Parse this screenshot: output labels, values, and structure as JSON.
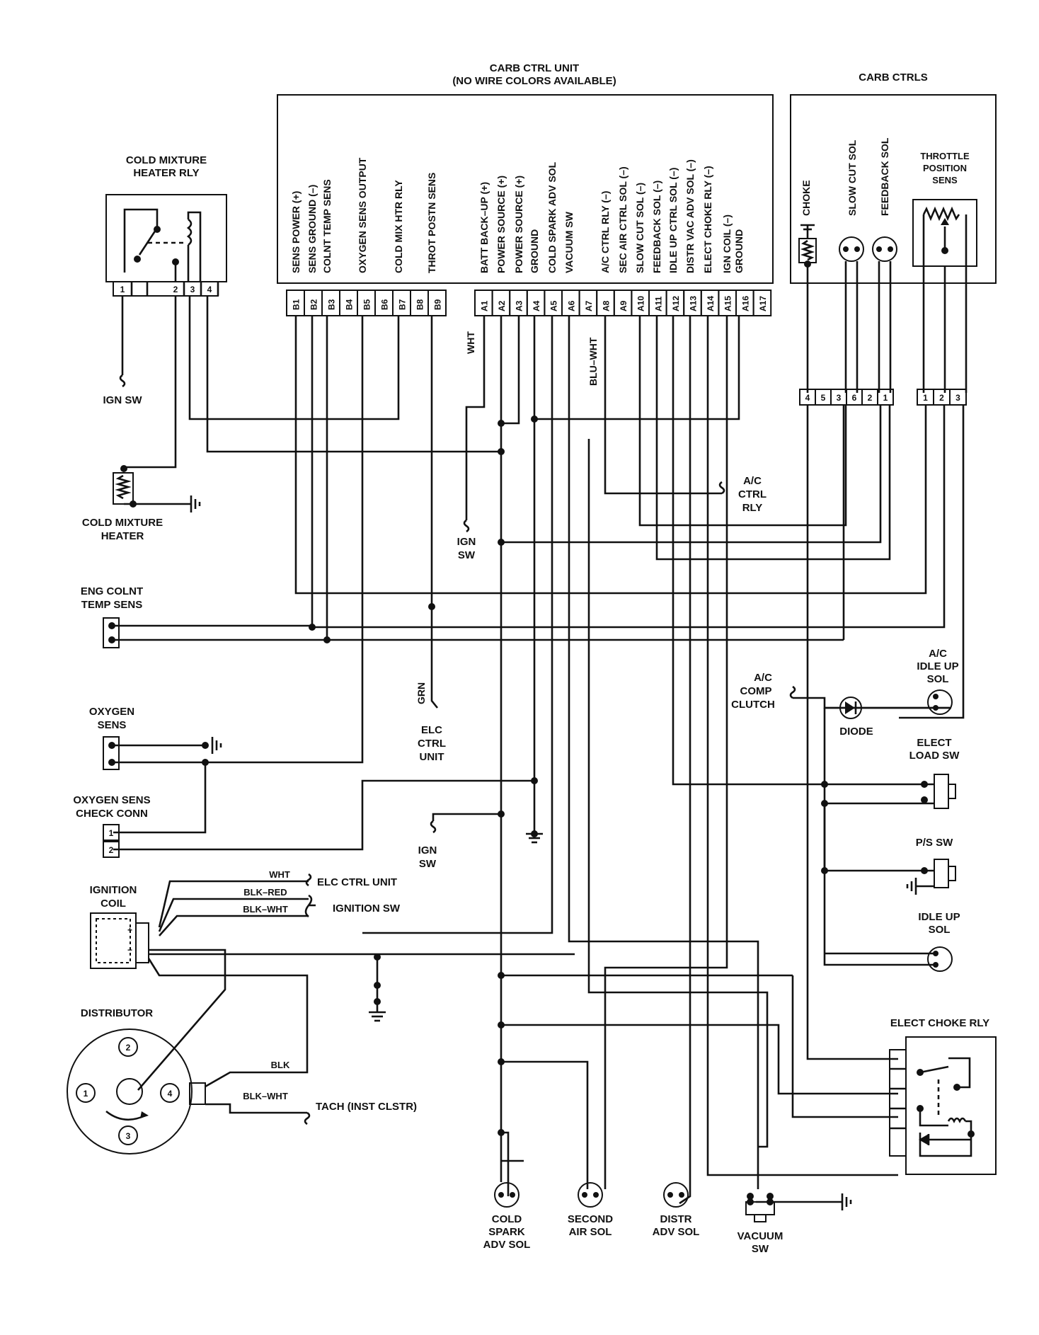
{
  "carb_ctrl_unit": {
    "title_line1": "CARB CTRL UNIT",
    "title_line2": "(NO WIRE COLORS AVAILABLE)",
    "b_labels": [
      "SENS POWER (+)",
      "SENS GROUND (–)",
      "COLNT TEMP SENS",
      "OXYGEN SENS OUTPUT",
      "COLD MIX HTR RLY",
      "THROT POSTN SENS"
    ],
    "a_labels": [
      "BATT BACK–UP (+)",
      "POWER SOURCE (+)",
      "POWER SOURCE (+)",
      "GROUND",
      "COLD SPARK ADV SOL",
      "VACUUM SW",
      "A/C CTRL RLY (–)",
      "SEC AIR CTRL SOL (–)",
      "SLOW CUT SOL (–)",
      "FEEDBACK SOL (–)",
      "IDLE UP CTRL SOL (–)",
      "DISTR VAC ADV SOL (–)",
      "ELECT CHOKE RLY (–)",
      "IGN COIL (–)",
      "GROUND"
    ],
    "b_pins": [
      "B1",
      "B2",
      "B3",
      "B4",
      "B5",
      "B6",
      "B7",
      "B8",
      "B9"
    ],
    "a_pins": [
      "A1",
      "A2",
      "A3",
      "A4",
      "A5",
      "A6",
      "A7",
      "A8",
      "A9",
      "A10",
      "A11",
      "A12",
      "A13",
      "A14",
      "A15",
      "A16",
      "A17"
    ]
  },
  "carb_ctrls": {
    "title": "CARB CTRLS",
    "choke": "CHOKE",
    "slow_cut": "SLOW CUT SOL",
    "feedback": "FEEDBACK SOL",
    "tps_line1": "THROTTLE",
    "tps_line2": "POSITION",
    "tps_line3": "SENS",
    "conn_a": [
      "4",
      "5",
      "3",
      "6",
      "2",
      "1"
    ],
    "conn_b": [
      "1",
      "2",
      "3"
    ]
  },
  "cold_mix_rly": {
    "line1": "COLD MIXTURE",
    "line2": "HEATER RLY",
    "pins": [
      "1",
      "2",
      "3",
      "4"
    ]
  },
  "labels": {
    "ign_sw": "IGN SW",
    "ign_sw_b1": "IGN",
    "ign_sw_b2": "SW",
    "cold_heater_1": "COLD MIXTURE",
    "cold_heater_2": "HEATER",
    "eng_colnt_1": "ENG COLNT",
    "eng_colnt_2": "TEMP SENS",
    "oxygen_1": "OXYGEN",
    "oxygen_2": "SENS",
    "o2_check_1": "OXYGEN SENS",
    "o2_check_2": "CHECK CONN",
    "o2_pins": [
      "1",
      "2"
    ],
    "elc_1": "ELC",
    "elc_2": "CTRL",
    "elc_3": "UNIT",
    "ac_ctrl_1": "A/C",
    "ac_ctrl_2": "CTRL",
    "ac_ctrl_3": "RLY",
    "ac_comp_1": "A/C",
    "ac_comp_2": "COMP",
    "ac_comp_3": "CLUTCH",
    "ac_idle_1": "A/C",
    "ac_idle_2": "IDLE UP",
    "ac_idle_3": "SOL",
    "diode": "DIODE",
    "elect_load_1": "ELECT",
    "elect_load_2": "LOAD SW",
    "ps_sw": "P/S SW",
    "idle_up_1": "IDLE UP",
    "idle_up_2": "SOL",
    "elect_choke_rly": "ELECT CHOKE RLY",
    "ign_coil_1": "IGNITION",
    "ign_coil_2": "COIL",
    "elc_ctrl_unit": "ELC CTRL UNIT",
    "ignition_sw": "IGNITION SW",
    "distributor": "DISTRIBUTOR",
    "dist_pins": [
      "1",
      "2",
      "3",
      "4"
    ],
    "tach": "TACH (INST CLSTR)",
    "cold_spark_1": "COLD",
    "cold_spark_2": "SPARK",
    "cold_spark_3": "ADV SOL",
    "second_air_1": "SECOND",
    "second_air_2": "AIR SOL",
    "distr_adv_1": "DISTR",
    "distr_adv_2": "ADV SOL",
    "vacuum_1": "VACUUM",
    "vacuum_2": "SW"
  },
  "wire_colors": {
    "wht_a1": "WHT",
    "blu_wht": "BLU–WHT",
    "grn": "GRN",
    "wht": "WHT",
    "blk_red": "BLK–RED",
    "blk_wht": "BLK–WHT",
    "blk": "BLK",
    "blk_wht_tach": "BLK–WHT"
  }
}
